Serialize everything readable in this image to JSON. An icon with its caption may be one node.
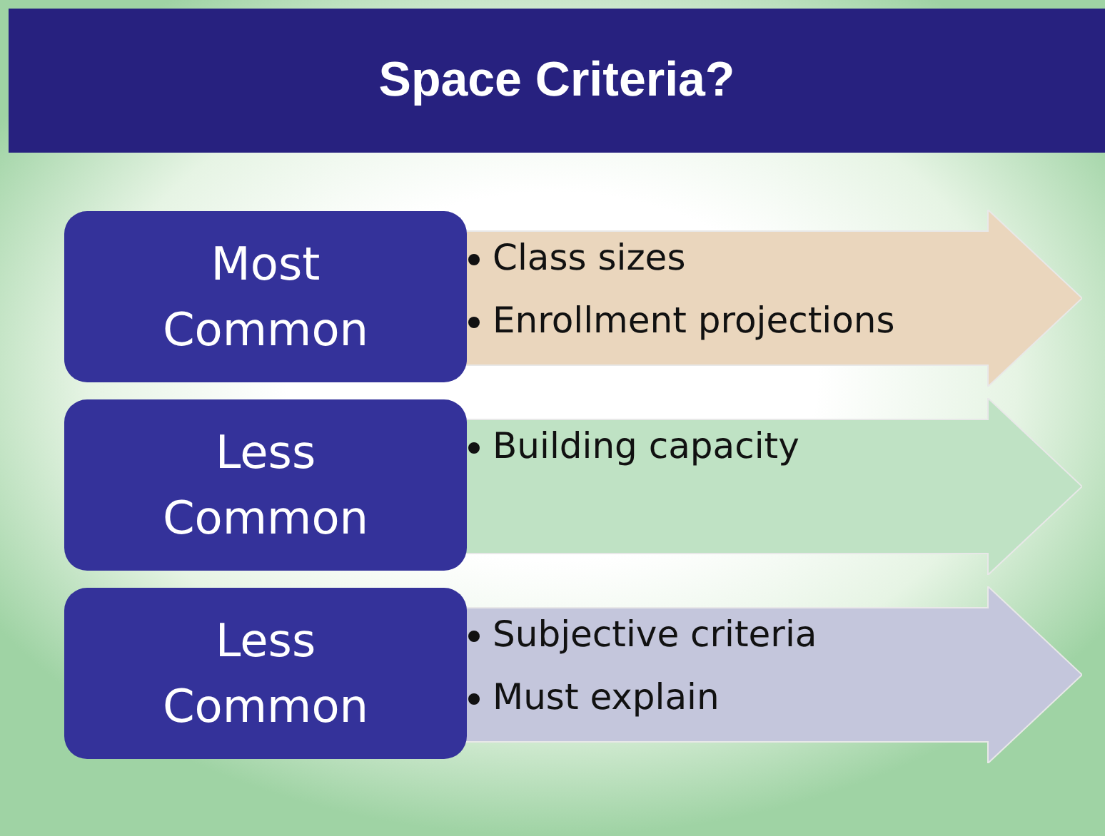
{
  "diagram": {
    "title": "Space Criteria?",
    "nodes": [
      {
        "text": [
          "Most Common"
        ]
      },
      {
        "text": [
          "Class sizes",
          "Enrollment projections"
        ]
      },
      {
        "text": [
          "Less Common"
        ]
      },
      {
        "text": [
          "Building capacity"
        ]
      },
      {
        "text": [
          "Less Common"
        ]
      },
      {
        "text": [
          "Subjective criteria",
          "Must explain"
        ]
      }
    ]
  }
}
